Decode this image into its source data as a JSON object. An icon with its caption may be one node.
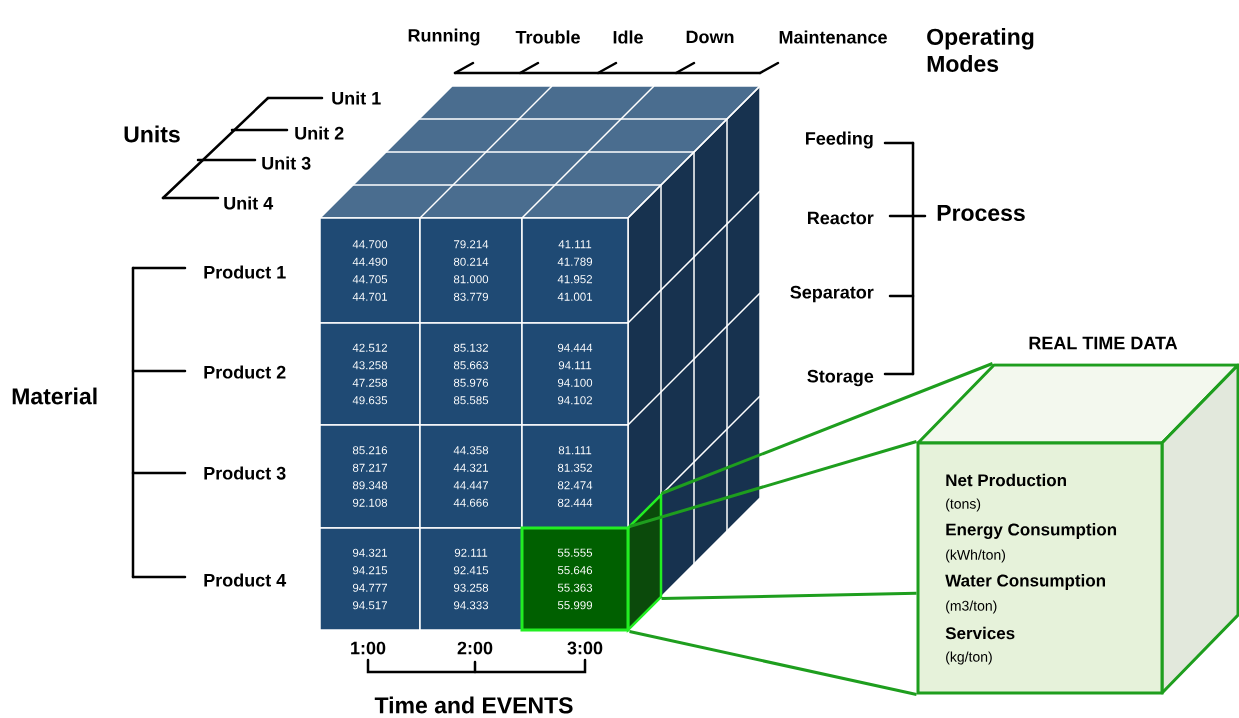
{
  "diagram": {
    "nodes": [
      {
        "text": [
          "44.700",
          "44.490",
          "44.705",
          "44.701"
        ]
      },
      {
        "text": [
          "79.214",
          "80.214",
          "81.000",
          "83.779"
        ]
      },
      {
        "text": [
          "41.111",
          "41.789",
          "41.952",
          "41.001"
        ]
      },
      {
        "text": [
          "42.512",
          "43.258",
          "47.258",
          "49.635"
        ]
      },
      {
        "text": [
          "85.132",
          "85.663",
          "85.976",
          "85.585"
        ]
      },
      {
        "text": [
          "94.444",
          "94.111",
          "94.100",
          "94.102"
        ]
      },
      {
        "text": [
          "85.216",
          "87.217",
          "89.348",
          "92.108"
        ]
      },
      {
        "text": [
          "44.358",
          "44.321",
          "44.447",
          "44.666"
        ]
      },
      {
        "text": [
          "81.111",
          "81.352",
          "82.474",
          "82.444"
        ]
      },
      {
        "text": [
          "94.321",
          "94.215",
          "94.777",
          "94.517"
        ]
      },
      {
        "text": [
          "92.111",
          "92.415",
          "93.258",
          "94.333"
        ]
      },
      {
        "text": [
          "55.555",
          "55.646",
          "55.363",
          "55.999"
        ]
      },
      {
        "text": [
          "REAL TIME DATA",
          "Net Production",
          "(tons)",
          "Energy Consumption",
          "(kWh/ton)",
          "Water Consumption",
          "(m3/ton)",
          "Services",
          "(kg/ton)"
        ]
      }
    ],
    "edges": [
      {
        "from": 11,
        "to": 12,
        "arrow": "none"
      },
      {
        "from": 11,
        "to": 12,
        "arrow": "none"
      },
      {
        "from": 11,
        "to": 12,
        "arrow": "none"
      },
      {
        "from": 11,
        "to": 12,
        "arrow": "none"
      }
    ],
    "labels": [
      "Running",
      "Trouble",
      "Idle",
      "Down",
      "Maintenance",
      "Operating Modes",
      "Unit 1",
      "Units",
      "Unit 2",
      "Unit 3",
      "Unit 4",
      "Feeding",
      "Reactor",
      "Process",
      "Separator",
      "Product 1",
      "Product 2",
      "Storage",
      "Material",
      "Product 3",
      "Product 4",
      "1:00",
      "2:00",
      "3:00",
      "Time and EVENTS"
    ]
  }
}
